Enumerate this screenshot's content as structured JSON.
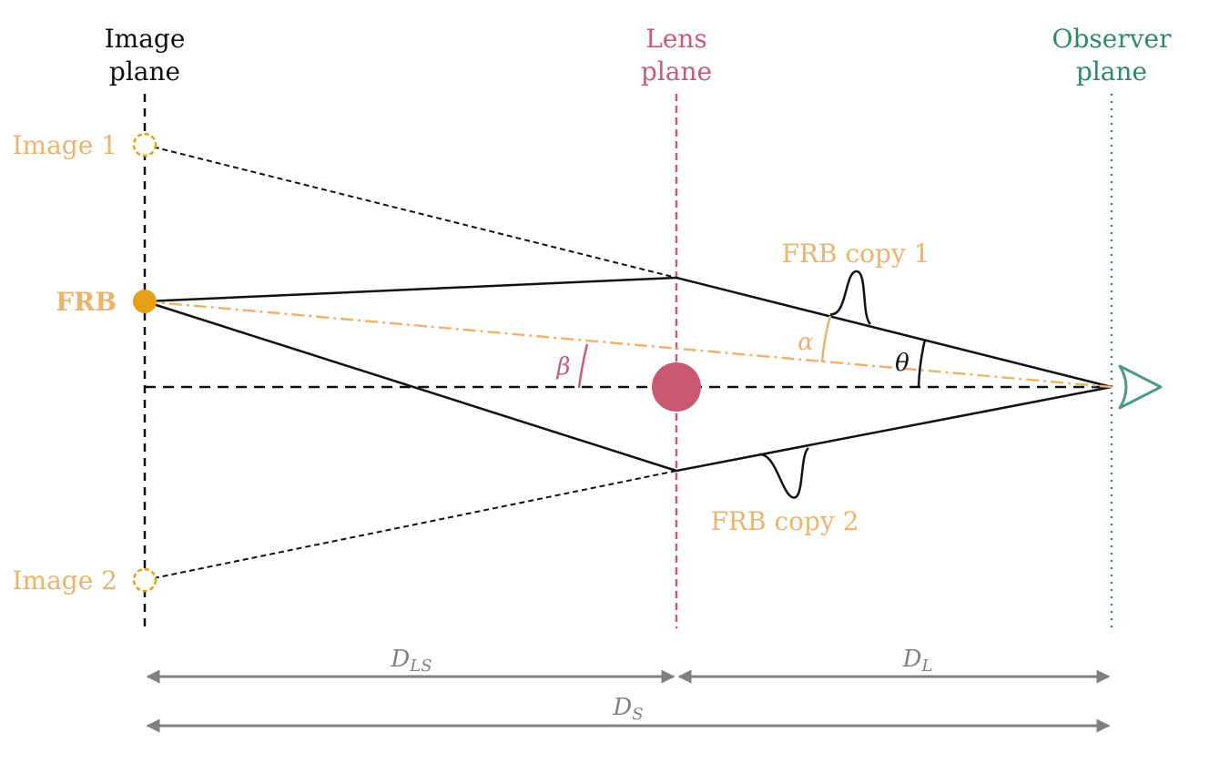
{
  "colors": {
    "black": "#111111",
    "lens": "#c95a72",
    "frb": "#e5a018",
    "frb_text": "#ebb46e",
    "observer": "#2f8a62",
    "eye": "#4a9a8c",
    "arrow": "#808080"
  },
  "planes": {
    "image": {
      "line1": "Image",
      "line2": "plane"
    },
    "lens": {
      "line1": "Lens",
      "line2": "plane"
    },
    "observer": {
      "line1": "Observer",
      "line2": "plane"
    }
  },
  "labels": {
    "image1": "Image 1",
    "image2": "Image 2",
    "frb": "FRB",
    "copy1": "FRB copy 1",
    "copy2": "FRB copy 2"
  },
  "angles": {
    "beta": "β",
    "alpha": "α",
    "theta": "θ"
  },
  "distances": {
    "d_ls": {
      "main": "D",
      "sub": "LS"
    },
    "d_l": {
      "main": "D",
      "sub": "L"
    },
    "d_s": {
      "main": "D",
      "sub": "S"
    }
  },
  "icons": {
    "observer": "eye-icon",
    "lens": "lens-mass-icon",
    "source": "frb-source-icon"
  }
}
